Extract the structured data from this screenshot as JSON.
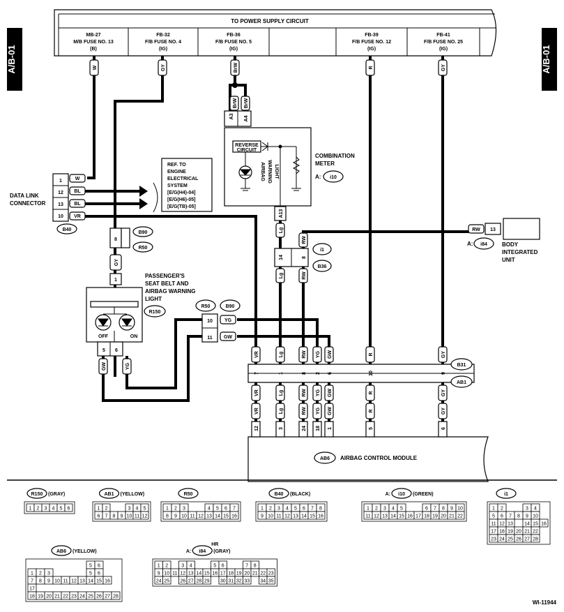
{
  "side_tab": "A/B-01",
  "power_box": {
    "title": "TO POWER SUPPLY CIRCUIT",
    "fuses": [
      {
        "l1": "MB-27",
        "l2": "M/B FUSE NO. 13",
        "l3": "(B)"
      },
      {
        "l1": "FB-32",
        "l2": "F/B FUSE NO. 4",
        "l3": "(IG)"
      },
      {
        "l1": "FB-36",
        "l2": "F/B FUSE NO. 5",
        "l3": "(IG)"
      },
      {
        "l1": "",
        "l2": "",
        "l3": ""
      },
      {
        "l1": "FB-39",
        "l2": "F/B FUSE NO. 12",
        "l3": "(IG)"
      },
      {
        "l1": "FB-41",
        "l2": "F/B FUSE NO. 25",
        "l3": "(IG)"
      }
    ]
  },
  "wire_colors": {
    "w": "W",
    "gy": "GY",
    "brw": "BrW",
    "r": "R",
    "lg": "Lg",
    "rw": "RW",
    "yg": "YG",
    "gw": "GW",
    "bl": "BL",
    "vr": "VR"
  },
  "labels": {
    "data_link_1": "DATA LINK",
    "data_link_2": "CONNECTOR",
    "ref1": "REF. TO",
    "ref2": "ENGINE",
    "ref3": "ELECTRICAL",
    "ref4": "SYSTEM",
    "ref5": "[E/G(H4)-04]",
    "ref6": "[E/G(H6)-05]",
    "ref7": "[E/G(TB)-05]",
    "comb1": "COMBINATION",
    "comb2": "METER",
    "comb_pre": "A:",
    "reverse1": "REVERSE",
    "reverse2": "CIRCUIT",
    "warn1": "AIRBAG",
    "warn2": "WARNING",
    "warn3": "LIGHT",
    "pass1": "PASSENGER'S",
    "pass2": "SEAT BELT AND",
    "pass3": "AIRBAG WARNING",
    "pass4": "LIGHT",
    "off": "OFF",
    "on": "ON",
    "body1": "BODY",
    "body2": "INTEGRATED",
    "body3": "UNIT",
    "body_pre": "A:",
    "acm": "AIRBAG CONTROL MODULE",
    "figure_id": "WI-11944"
  },
  "connectors": {
    "b40": "B40",
    "b90": "B90",
    "r50": "R50",
    "r150": "R150",
    "i10": "i10",
    "i1": "i1",
    "b36": "B36",
    "b31": "B31",
    "ab1": "AB1",
    "ab6": "AB6",
    "i84": "i84"
  },
  "pins": {
    "dl": [
      "1",
      "12",
      "13",
      "10"
    ],
    "b90_8": "8",
    "r150_1": "1",
    "r150_5": "5",
    "r150_6": "6",
    "a3": "A3",
    "a4": "A4",
    "a13": "A13",
    "i1_14": "14",
    "i1_8": "8",
    "r50_10": "10",
    "r50_11": "11",
    "body_13": "13",
    "b31": [
      "7",
      "1",
      "8",
      "2",
      "6",
      "10",
      "9"
    ],
    "ab6": [
      "12",
      "3",
      "24",
      "18",
      "1",
      "5",
      "6"
    ]
  },
  "legend": [
    {
      "name": "R150",
      "color": "(GRAY)",
      "rows": [
        [
          "1",
          "2",
          "3",
          "4",
          "5",
          "6"
        ]
      ]
    },
    {
      "name": "AB1",
      "color": "(YELLOW)",
      "rows": [
        [
          "1",
          "2",
          "",
          "",
          "3",
          "4",
          "5"
        ],
        [
          "6",
          "7",
          "8",
          "9",
          "10",
          "11",
          "12"
        ]
      ]
    },
    {
      "name": "R50",
      "color": "",
      "rows": [
        [
          "1",
          "2",
          "3",
          "",
          "",
          "4",
          "5",
          "6",
          "7"
        ],
        [
          "8",
          "9",
          "10",
          "11",
          "12",
          "13",
          "14",
          "15",
          "16"
        ]
      ]
    },
    {
      "name": "B40",
      "color": "(BLACK)",
      "rows": [
        [
          "1",
          "2",
          "3",
          "4",
          "5",
          "6",
          "7",
          "8"
        ],
        [
          "9",
          "10",
          "11",
          "12",
          "13",
          "14",
          "15",
          "16"
        ]
      ]
    },
    {
      "name": "i10",
      "pre": "A:",
      "color": "(GREEN)",
      "rows": [
        [
          "1",
          "2",
          "3",
          "4",
          "5",
          "",
          "",
          "6",
          "7",
          "8",
          "9",
          "10"
        ],
        [
          "11",
          "12",
          "13",
          "14",
          "15",
          "16",
          "17",
          "18",
          "19",
          "20",
          "21",
          "22"
        ]
      ]
    },
    {
      "name": "i1",
      "color": "",
      "rows": [
        [
          "1",
          "2",
          "",
          "",
          "3",
          "4"
        ],
        [
          "5",
          "6",
          "7",
          "8",
          "9",
          "10"
        ],
        [
          "11",
          "12",
          "13",
          "",
          "14",
          "15",
          "16"
        ],
        [
          "17",
          "18",
          "19",
          "20",
          "21",
          "22"
        ],
        [
          "23",
          "24",
          "25",
          "26",
          "27",
          "28"
        ]
      ]
    },
    {
      "name": "AB6",
      "color": "(YELLOW)",
      "rows": [
        [
          "",
          "",
          "",
          "",
          "",
          "",
          "",
          "5",
          "6"
        ],
        [
          "1",
          "2",
          "3",
          "",
          "",
          "",
          "",
          "5",
          "6"
        ],
        [
          "7",
          "8",
          "9",
          "10",
          "11",
          "12",
          "13",
          "14",
          "15",
          "16"
        ],
        [
          "17",
          "",
          "",
          "",
          "",
          "",
          "",
          "",
          "",
          ""
        ],
        [
          "18",
          "19",
          "20",
          "21",
          "22",
          "23",
          "24",
          "25",
          "26",
          "27",
          "28"
        ]
      ]
    },
    {
      "name": "i84",
      "pre": "A:",
      "hr": "HR",
      "color": "(GRAY)",
      "rows": [
        [
          "1",
          "2",
          "",
          "3",
          "4",
          "",
          "",
          "5",
          "6",
          "",
          "",
          "7",
          "8"
        ],
        [
          "9",
          "10",
          "11",
          "12",
          "13",
          "14",
          "15",
          "16",
          "17",
          "18",
          "19",
          "20",
          "21",
          "22",
          "23"
        ],
        [
          "24",
          "25",
          "",
          "26",
          "27",
          "28",
          "29",
          "",
          "30",
          "31",
          "32",
          "33",
          "",
          "34",
          "35"
        ]
      ]
    }
  ]
}
